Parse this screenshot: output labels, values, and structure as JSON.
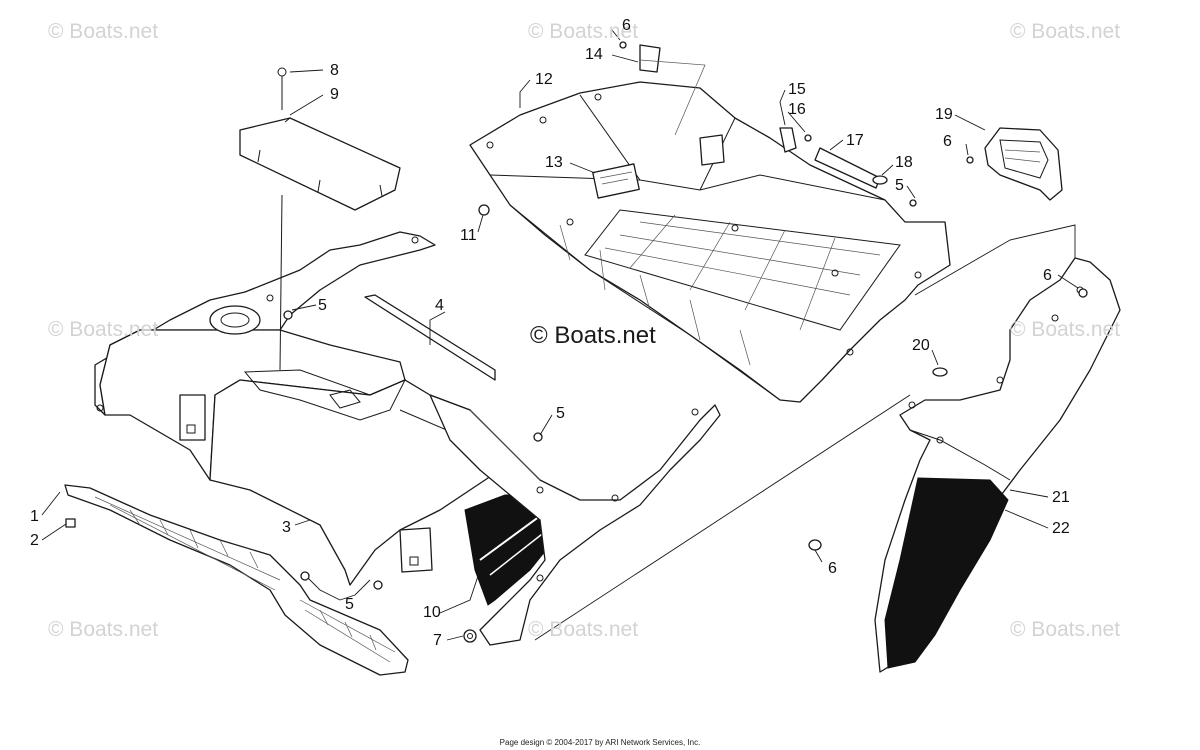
{
  "watermark": {
    "text": "© Boats.net",
    "center_text": "© Boats.net"
  },
  "callouts": [
    {
      "id": "c1",
      "label": "1"
    },
    {
      "id": "c2",
      "label": "2"
    },
    {
      "id": "c3",
      "label": "3"
    },
    {
      "id": "c4",
      "label": "4"
    },
    {
      "id": "c5a",
      "label": "5"
    },
    {
      "id": "c5b",
      "label": "5"
    },
    {
      "id": "c5c",
      "label": "5"
    },
    {
      "id": "c5d",
      "label": "5"
    },
    {
      "id": "c6a",
      "label": "6"
    },
    {
      "id": "c6b",
      "label": "6"
    },
    {
      "id": "c6c",
      "label": "6"
    },
    {
      "id": "c6d",
      "label": "6"
    },
    {
      "id": "c7",
      "label": "7"
    },
    {
      "id": "c8",
      "label": "8"
    },
    {
      "id": "c9",
      "label": "9"
    },
    {
      "id": "c10",
      "label": "10"
    },
    {
      "id": "c11",
      "label": "11"
    },
    {
      "id": "c12",
      "label": "12"
    },
    {
      "id": "c13",
      "label": "13"
    },
    {
      "id": "c14",
      "label": "14"
    },
    {
      "id": "c15",
      "label": "15"
    },
    {
      "id": "c16",
      "label": "16"
    },
    {
      "id": "c17",
      "label": "17"
    },
    {
      "id": "c18",
      "label": "18"
    },
    {
      "id": "c19",
      "label": "19"
    },
    {
      "id": "c20",
      "label": "20"
    },
    {
      "id": "c21",
      "label": "21"
    },
    {
      "id": "c22",
      "label": "22"
    }
  ],
  "footer": "Page design © 2004-2017 by ARI Network Services, Inc."
}
